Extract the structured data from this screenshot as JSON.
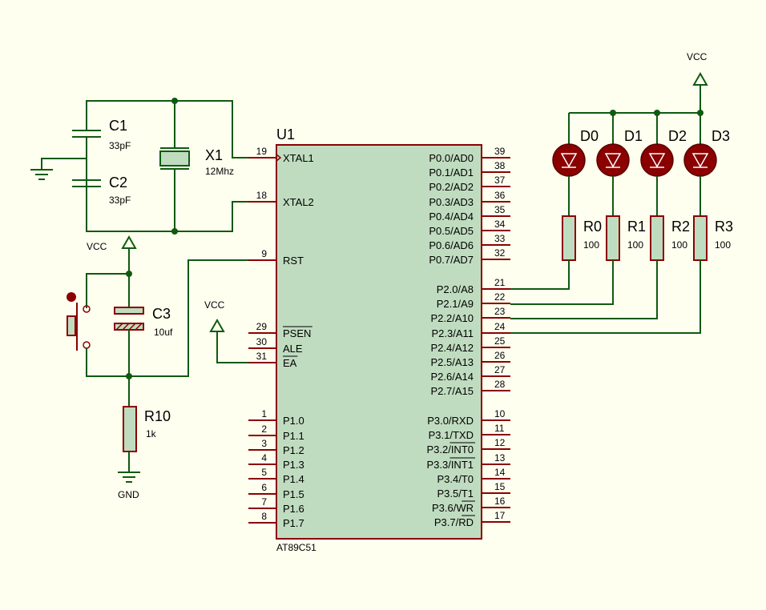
{
  "chip": {
    "ref": "U1",
    "part": "AT89C51",
    "left_pins": [
      {
        "num": "19",
        "name": "XTAL1"
      },
      {
        "num": "18",
        "name": "XTAL2"
      },
      {
        "num": "9",
        "name": "RST"
      },
      {
        "num": "29",
        "name": "PSEN"
      },
      {
        "num": "30",
        "name": "ALE"
      },
      {
        "num": "31",
        "name": "EA"
      },
      {
        "num": "1",
        "name": "P1.0"
      },
      {
        "num": "2",
        "name": "P1.1"
      },
      {
        "num": "3",
        "name": "P1.2"
      },
      {
        "num": "4",
        "name": "P1.3"
      },
      {
        "num": "5",
        "name": "P1.4"
      },
      {
        "num": "6",
        "name": "P1.5"
      },
      {
        "num": "7",
        "name": "P1.6"
      },
      {
        "num": "8",
        "name": "P1.7"
      }
    ],
    "right_pins": [
      {
        "num": "39",
        "name": "P0.0/AD0"
      },
      {
        "num": "38",
        "name": "P0.1/AD1"
      },
      {
        "num": "37",
        "name": "P0.2/AD2"
      },
      {
        "num": "36",
        "name": "P0.3/AD3"
      },
      {
        "num": "35",
        "name": "P0.4/AD4"
      },
      {
        "num": "34",
        "name": "P0.5/AD5"
      },
      {
        "num": "33",
        "name": "P0.6/AD6"
      },
      {
        "num": "32",
        "name": "P0.7/AD7"
      },
      {
        "num": "21",
        "name": "P2.0/A8"
      },
      {
        "num": "22",
        "name": "P2.1/A9"
      },
      {
        "num": "23",
        "name": "P2.2/A10"
      },
      {
        "num": "24",
        "name": "P2.3/A11"
      },
      {
        "num": "25",
        "name": "P2.4/A12"
      },
      {
        "num": "26",
        "name": "P2.5/A13"
      },
      {
        "num": "27",
        "name": "P2.6/A14"
      },
      {
        "num": "28",
        "name": "P2.7/A15"
      },
      {
        "num": "10",
        "name": "P3.0/RXD"
      },
      {
        "num": "11",
        "name": "P3.1/TXD"
      },
      {
        "num": "12",
        "name": "P3.2/INT0"
      },
      {
        "num": "13",
        "name": "P3.3/INT1"
      },
      {
        "num": "14",
        "name": "P3.4/T0"
      },
      {
        "num": "15",
        "name": "P3.5/T1"
      },
      {
        "num": "16",
        "name": "P3.6/WR"
      },
      {
        "num": "17",
        "name": "P3.7/RD"
      }
    ]
  },
  "components": {
    "c1": {
      "ref": "C1",
      "value": "33pF"
    },
    "c2": {
      "ref": "C2",
      "value": "33pF"
    },
    "x1": {
      "ref": "X1",
      "value": "12Mhz"
    },
    "c3": {
      "ref": "C3",
      "value": "10uf"
    },
    "r10": {
      "ref": "R10",
      "value": "1k"
    },
    "leds": [
      {
        "ref": "D0"
      },
      {
        "ref": "D1"
      },
      {
        "ref": "D2"
      },
      {
        "ref": "D3"
      }
    ],
    "resistors": [
      {
        "ref": "R0",
        "value": "100"
      },
      {
        "ref": "R1",
        "value": "100"
      },
      {
        "ref": "R2",
        "value": "100"
      },
      {
        "ref": "R3",
        "value": "100"
      }
    ]
  },
  "power": {
    "vcc_reset": "VCC",
    "vcc_ea": "VCC",
    "vcc_leds": "VCC",
    "gnd": "GND"
  },
  "colors": {
    "background": "#fffff0",
    "wire": "#0f5a0f",
    "pin": "#8b0000",
    "chip_fill": "#c0dcc0",
    "led_fill": "#8b0000"
  }
}
